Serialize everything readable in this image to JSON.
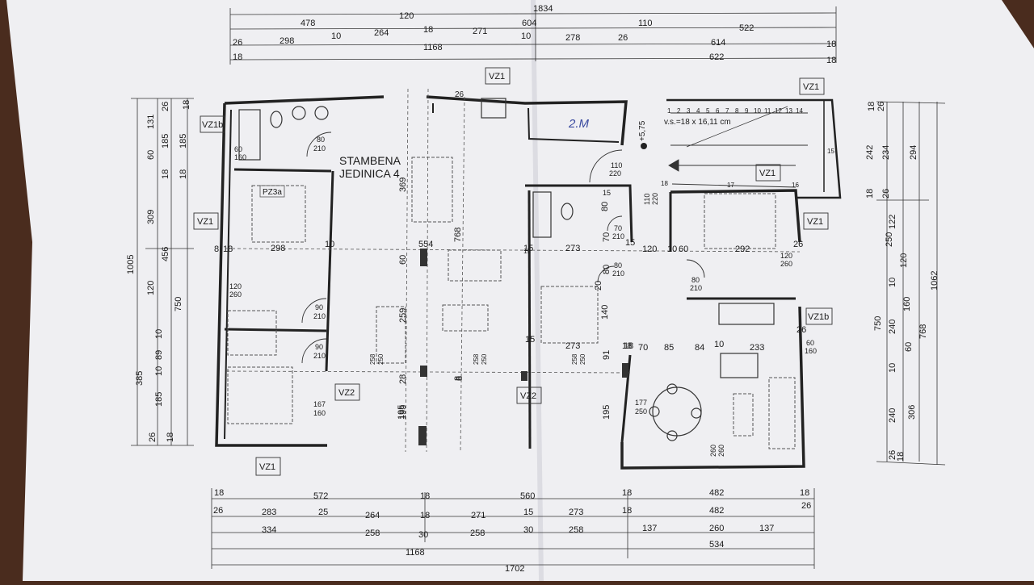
{
  "room_label": {
    "line1": "STAMBENA",
    "line2": "JEDINICA 4"
  },
  "annotations": {
    "level_mark": "+5,75",
    "stair_note": "v.s.=18 x 16,11 cm",
    "handwritten": "2.M",
    "stair_steps": [
      "1",
      "2",
      "3",
      "4",
      "5",
      "6",
      "7",
      "8",
      "9",
      "10",
      "11",
      "12",
      "13",
      "14"
    ],
    "stair_side_15": "15",
    "stair_side_16": "16",
    "stair_side_17": "17",
    "stair_side_18": "18",
    "small_top": "26",
    "pz_label": "PZ3a"
  },
  "tags": [
    {
      "text": "VZ1"
    },
    {
      "text": "VZ1"
    },
    {
      "text": "VZ1"
    },
    {
      "text": "VZ1b"
    },
    {
      "text": "VZ1"
    },
    {
      "text": "VZ1"
    },
    {
      "text": "VZ1b"
    },
    {
      "text": "VZ1"
    },
    {
      "text": "VZ2"
    },
    {
      "text": "VZ2"
    }
  ],
  "dims_top": {
    "row1": [
      "478",
      "120",
      "604",
      "110",
      "522"
    ],
    "total": "1834",
    "row2": [
      "26",
      "298",
      "10",
      "264",
      "18",
      "271",
      "10",
      "278",
      "26",
      "614",
      "18"
    ],
    "row3": [
      "18",
      "1168",
      "622",
      "18"
    ]
  },
  "dims_bottom": {
    "row1": [
      "18",
      "572",
      "18",
      "560",
      "18",
      "482",
      "18"
    ],
    "row2": [
      "26",
      "283",
      "25",
      "264",
      "18",
      "271",
      "15",
      "273",
      "18",
      "482",
      "26"
    ],
    "row3": [
      "334",
      "258",
      "30",
      "258",
      "30",
      "258",
      "137",
      "260",
      "137"
    ],
    "row4": [
      "1168",
      "534"
    ],
    "total": "1702"
  },
  "dims_left": {
    "total": "1005",
    "col1": [
      "131",
      "60",
      "309",
      "120",
      "385"
    ],
    "col2": [
      "26",
      "185",
      "18",
      "456",
      "10",
      "89",
      "10",
      "185",
      "26"
    ],
    "col3": [
      "18",
      "185",
      "18",
      "750",
      "18"
    ]
  },
  "dims_right": {
    "col1": [
      "242",
      "18",
      "122",
      "250",
      "120",
      "10",
      "240",
      "60",
      "10",
      "240",
      "26"
    ],
    "col2": [
      "26",
      "234",
      "26",
      "160",
      "750",
      "306",
      "18"
    ],
    "col3": [
      "18",
      "294",
      "768",
      "1062"
    ]
  },
  "dims_interior": [
    "298",
    "10",
    "554",
    "768",
    "369",
    "60",
    "259",
    "28",
    "195",
    "8",
    "8",
    "18",
    "273",
    "15",
    "70",
    "80",
    "80",
    "20",
    "140",
    "91",
    "195",
    "120",
    "10",
    "60",
    "292",
    "26",
    "85",
    "84",
    "10",
    "233",
    "18",
    "70",
    "273",
    "15",
    "8",
    "195",
    "258",
    "250",
    "258",
    "250",
    "258",
    "250",
    "15",
    "15",
    "15",
    "18",
    "26"
  ],
  "openings": [
    {
      "w": "80",
      "h": "210"
    },
    {
      "w": "90",
      "h": "210"
    },
    {
      "w": "90",
      "h": "210"
    },
    {
      "w": "110",
      "h": "220"
    },
    {
      "w": "110",
      "h": "220"
    },
    {
      "w": "70",
      "h": "210"
    },
    {
      "w": "80",
      "h": "210"
    },
    {
      "w": "80",
      "h": "210"
    },
    {
      "w": "120",
      "h": "260"
    },
    {
      "w": "120",
      "h": "260"
    },
    {
      "w": "60",
      "h": "160"
    },
    {
      "w": "167",
      "h": "160"
    },
    {
      "w": "177",
      "h": "250"
    },
    {
      "w": "260",
      "h": "260"
    },
    {
      "w": "60",
      "h": "160"
    }
  ]
}
